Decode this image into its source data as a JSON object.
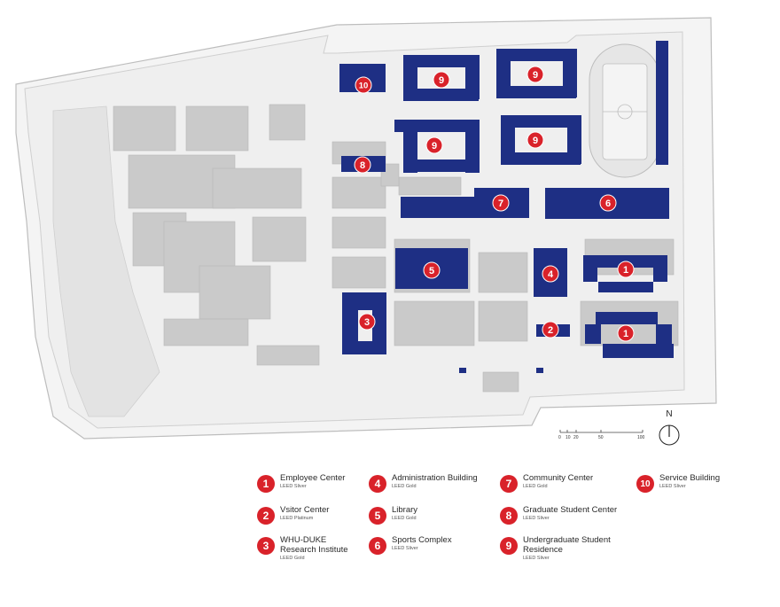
{
  "colors": {
    "building_highlight": "#1e2f84",
    "marker": "#d9222a",
    "existing_building": "#c9c9c9",
    "ground": "#ececec",
    "outline": "#bdbdbd"
  },
  "map": {
    "markers": [
      {
        "number": "1"
      },
      {
        "number": "1"
      },
      {
        "number": "2"
      },
      {
        "number": "3"
      },
      {
        "number": "4"
      },
      {
        "number": "5"
      },
      {
        "number": "6"
      },
      {
        "number": "7"
      },
      {
        "number": "8"
      },
      {
        "number": "9"
      },
      {
        "number": "9"
      },
      {
        "number": "9"
      },
      {
        "number": "9"
      },
      {
        "number": "10"
      }
    ]
  },
  "scale_bar": {
    "ticks": [
      "0",
      "10",
      "20",
      "50",
      "100"
    ]
  },
  "compass": {
    "label": "N"
  },
  "legend": [
    {
      "number": "1",
      "name": "Employee Center",
      "cert": "LEED Sliver"
    },
    {
      "number": "2",
      "name": "Vsitor Center",
      "cert": "LEED Platinum"
    },
    {
      "number": "3",
      "name": "WHU-DUKE\nResearch Institute",
      "cert": "LEED Gold"
    },
    {
      "number": "4",
      "name": "Administration Building",
      "cert": "LEED Gold"
    },
    {
      "number": "5",
      "name": "Library",
      "cert": "LEED Gold"
    },
    {
      "number": "6",
      "name": "Sports Complex",
      "cert": "LEED Sliver"
    },
    {
      "number": "7",
      "name": "Community Center",
      "cert": "LEED Gold"
    },
    {
      "number": "8",
      "name": "Graduate Student Center",
      "cert": "LEED Sliver"
    },
    {
      "number": "9",
      "name": "Undergraduate Student\nResidence",
      "cert": "LEED Sliver"
    },
    {
      "number": "10",
      "name": "Service Building",
      "cert": "LEED Sliver"
    }
  ]
}
